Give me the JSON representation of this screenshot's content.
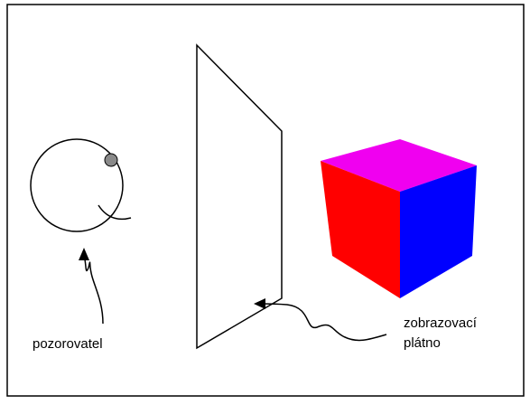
{
  "colors": {
    "cube_top": "#f000f0",
    "cube_left": "#ff0000",
    "cube_right": "#0000ff",
    "eye": "#8a8a8a",
    "frame": "#000000"
  },
  "labels": {
    "observer": "pozorovatel",
    "screen_line1": "zobrazovací",
    "screen_line2": "plátno"
  },
  "icons": {
    "observer": "face-icon",
    "screen": "projection-plane",
    "object": "cube-icon"
  }
}
